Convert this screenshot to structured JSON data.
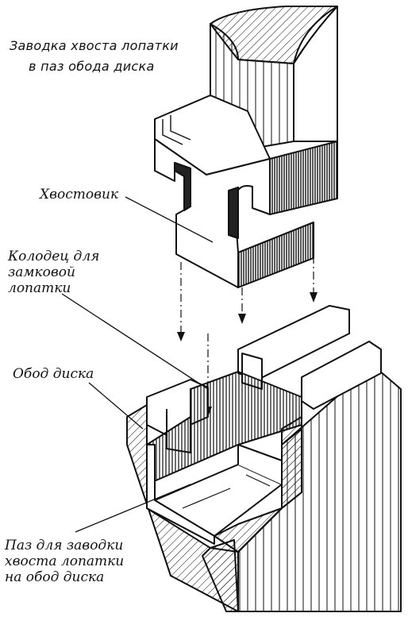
{
  "title": {
    "line1": "Заводка хвоста лопатки",
    "line2": "в паз обода диска"
  },
  "labels": {
    "shank": "Хвостовик",
    "well": [
      "Колодец для",
      "замковой",
      "лопатки"
    ],
    "rim": "Обод диска",
    "slot": [
      "Паз для заводки",
      "хвоста лопатки",
      "на обод диска"
    ]
  },
  "colors": {
    "ink": "#111111",
    "paper": "#ffffff"
  }
}
